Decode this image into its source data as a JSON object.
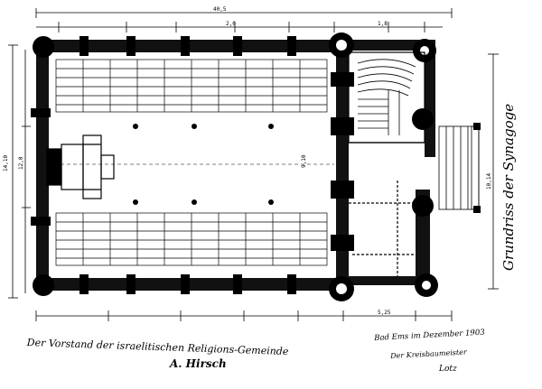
{
  "vertical_title": "Grundriss der Synagoge",
  "inscription_left": "Der Vorstand der israelitischen Religions-Gemeinde",
  "signature": "A. Hirsch",
  "inscription_right_line1": "Bad Ems im Dezember 1903",
  "inscription_right_line2": "Der Kreisbaumeister",
  "inscription_right_line3": "Lotz",
  "dim_overall_width": "40,5",
  "dim_overall_height": "14,10",
  "dim_inner_height": "12,0",
  "dim_nave_depth": "9,10",
  "dim_right_height": "10,14",
  "dim_small_a": "2,0",
  "dim_small_b": "1,8",
  "dim_small_c": "5,25"
}
